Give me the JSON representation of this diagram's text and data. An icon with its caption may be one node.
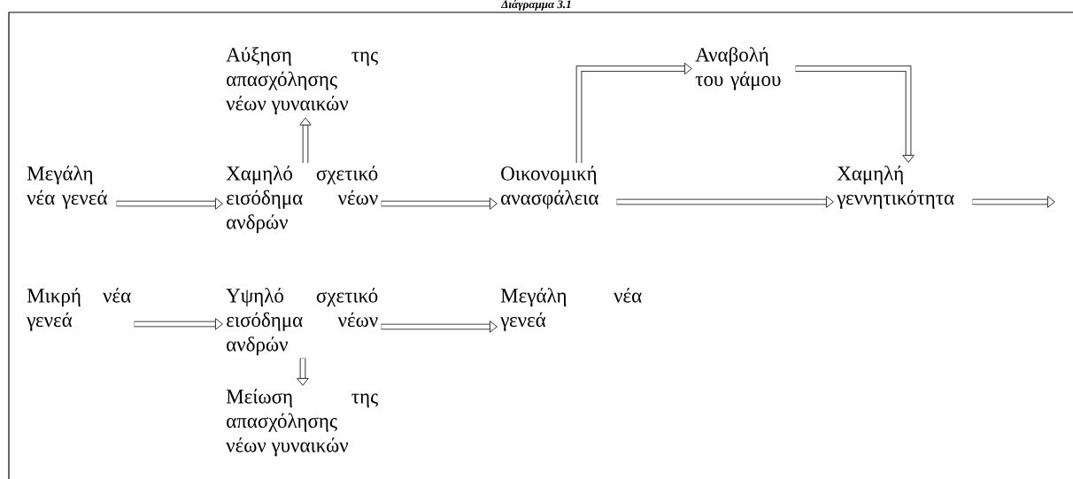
{
  "diagram": {
    "title": "Διάγραμμα 3.1",
    "nodes": [
      {
        "text": [
          "Αύξηση της απασχόλησης νέων γυναικών"
        ]
      },
      {
        "text": [
          "Αναβολή του γάμου"
        ]
      },
      {
        "text": [
          "Μεγάλη νέα γενεά"
        ]
      },
      {
        "text": [
          "Χαμηλό σχετικό εισόδημα νέων ανδρών"
        ]
      },
      {
        "text": [
          "Οικονομική ανασφάλεια"
        ]
      },
      {
        "text": [
          "Χαμηλή γεννητικότητα"
        ]
      },
      {
        "text": [
          "Μικρή νέα γενεά"
        ]
      },
      {
        "text": [
          "Υψηλό σχετικό εισόδημα νέων ανδρών"
        ]
      },
      {
        "text": [
          "Μεγάλη νέα γενεά"
        ]
      },
      {
        "text": [
          "Μείωση της απασχόλησης νέων γυναικών"
        ]
      }
    ],
    "edges": [
      {
        "from": 2,
        "to": 3,
        "arrow": "to"
      },
      {
        "from": 3,
        "to": 0,
        "arrow": "to"
      },
      {
        "from": 3,
        "to": 4,
        "arrow": "to"
      },
      {
        "from": 4,
        "to": 1,
        "arrow": "to"
      },
      {
        "from": 1,
        "to": 5,
        "arrow": "to"
      },
      {
        "from": 4,
        "to": 5,
        "arrow": "to"
      },
      {
        "from": 5,
        "to": null,
        "arrow": "to"
      },
      {
        "from": 6,
        "to": 7,
        "arrow": "to"
      },
      {
        "from": 7,
        "to": 8,
        "arrow": "to"
      },
      {
        "from": 7,
        "to": 9,
        "arrow": "to"
      }
    ]
  }
}
